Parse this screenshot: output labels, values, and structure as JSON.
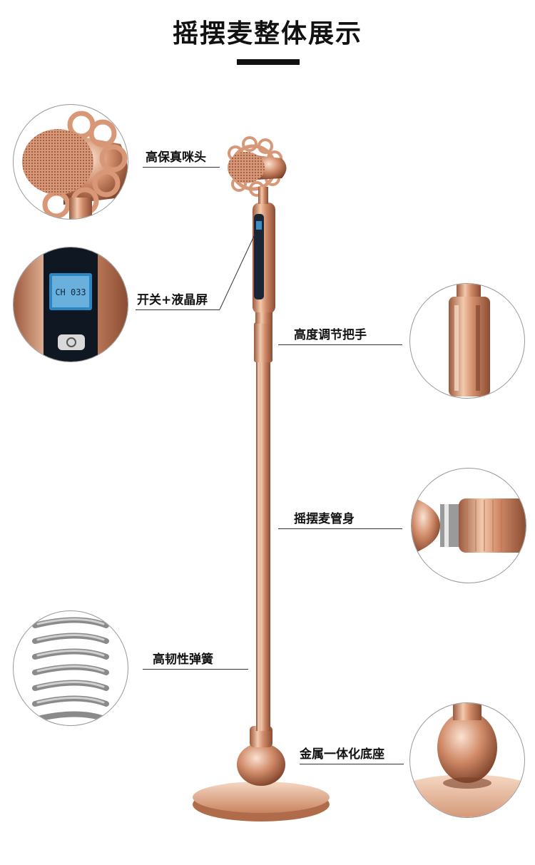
{
  "page": {
    "title": "摇摆麦整体展示"
  },
  "callouts": {
    "mic_head": "高保真咪头",
    "switch_lcd": "开关+液晶屏",
    "height_handle": "高度调节把手",
    "tube_body": "摇摆麦管身",
    "spring": "高韧性弹簧",
    "metal_base": "金属一体化底座"
  },
  "lcd_text": "CH 033",
  "colors": {
    "rose_gold": "#d08a68",
    "rose_gold_dark": "#9c5a3e",
    "rose_gold_light": "#f3c9ad",
    "spring_gray": "#8a8a8a"
  }
}
